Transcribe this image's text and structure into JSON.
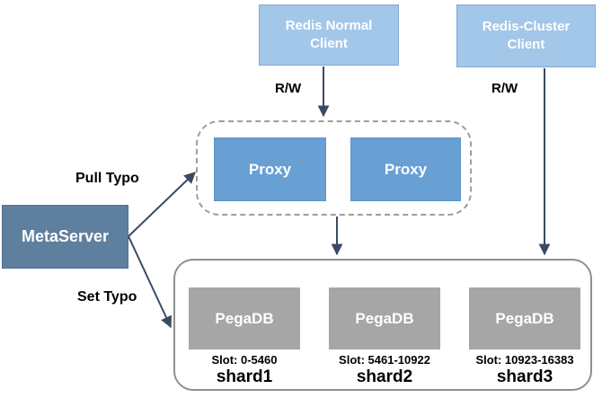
{
  "diagram": {
    "nodes": {
      "redis_normal_client": {
        "label": "Redis Normal Client"
      },
      "redis_cluster_client": {
        "label": "Redis-Cluster Client"
      },
      "proxy1": {
        "label": "Proxy"
      },
      "proxy2": {
        "label": "Proxy"
      },
      "metaserver": {
        "label": "MetaServer"
      }
    },
    "shards": [
      {
        "db": "PegaDB",
        "slot": "Slot: 0-5460",
        "name": "shard1"
      },
      {
        "db": "PegaDB",
        "slot": "Slot: 5461-10922",
        "name": "shard2"
      },
      {
        "db": "PegaDB",
        "slot": "Slot: 10923-16383",
        "name": "shard3"
      }
    ],
    "edge_labels": {
      "rw_left": "R/W",
      "rw_right": "R/W",
      "pull": "Pull Typo",
      "set": "Set Typo"
    },
    "colors": {
      "client_fill": "#a3c7e8",
      "proxy_fill": "#68a0d4",
      "metaserver_fill": "#5f7f9e",
      "db_fill": "#a6a6a6",
      "arrow": "#3a4a63",
      "dashed_border": "#9e9e9e",
      "solid_border": "#8f8f8f"
    }
  }
}
